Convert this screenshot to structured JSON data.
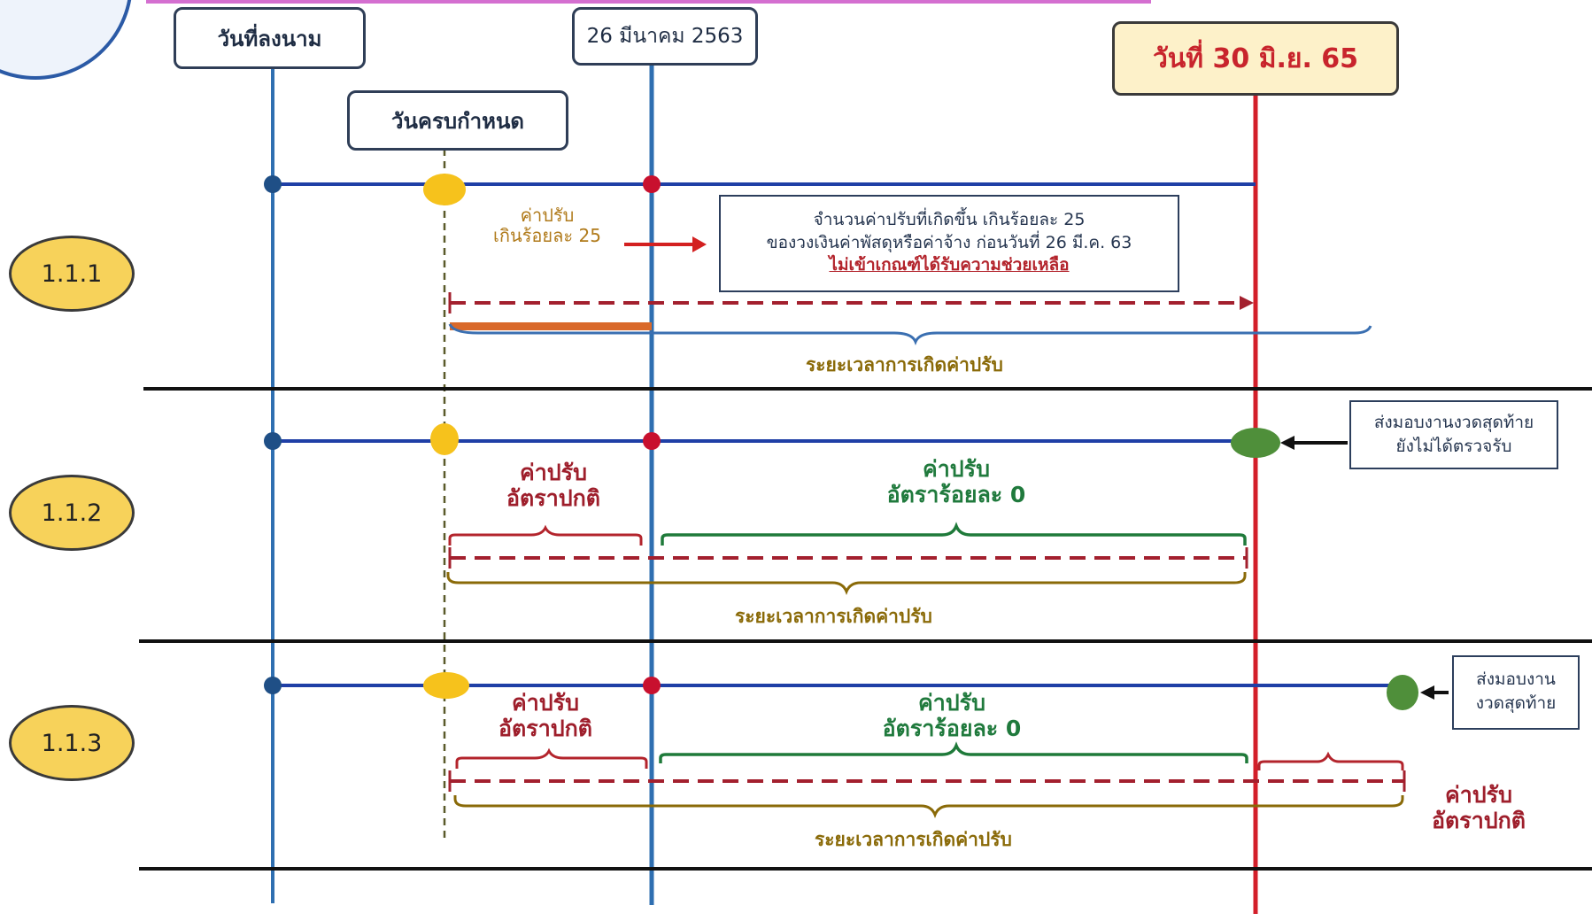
{
  "columns": {
    "sign_date": "วันที่ลงนาม",
    "due_date": "วันครบกำหนด",
    "march_date": "26 มีนาคม 2563",
    "june_date": "วันที่ 30 มิ.ย. 65"
  },
  "rows": {
    "r1": {
      "label": "1.1.1",
      "fine_line1": "ค่าปรับ",
      "fine_line2": "เกินร้อยละ 25",
      "note_line1": "จำนวนค่าปรับที่เกิดขึ้น เกินร้อยละ 25",
      "note_line2": "ของวงเงินค่าพัสดุหรือค่าจ้าง ก่อนวันที่ 26 มี.ค. 63",
      "note_line3": "ไม่เข้าเกณฑ์ได้รับความช่วยเหลือ",
      "period": "ระยะเวลาการเกิดค่าปรับ"
    },
    "r2": {
      "label": "1.1.2",
      "fine_normal_line1": "ค่าปรับ",
      "fine_normal_line2": "อัตราปกติ",
      "fine_zero_line1": "ค่าปรับ",
      "fine_zero_line2": "อัตราร้อยละ 0",
      "side_note_line1": "ส่งมอบงานงวดสุดท้าย",
      "side_note_line2": "ยังไม่ได้ตรวจรับ",
      "period": "ระยะเวลาการเกิดค่าปรับ"
    },
    "r3": {
      "label": "1.1.3",
      "fine_normal_line1": "ค่าปรับ",
      "fine_normal_line2": "อัตราปกติ",
      "fine_zero_line1": "ค่าปรับ",
      "fine_zero_line2": "อัตราร้อยละ 0",
      "side_note_line1": "ส่งมอบงาน",
      "side_note_line2": "งวดสุดท้าย",
      "fine_after_line1": "ค่าปรับ",
      "fine_after_line2": "อัตราปกติ",
      "period": "ระยะเวลาการเกิดค่าปรับ"
    }
  },
  "colors": {
    "timeline": "#1f3fa6",
    "june_line": "#d31f2a",
    "dashed": "#a3202e",
    "due_marker": "#f6c21c",
    "event_dot": "#c8102e",
    "delivery_marker": "#4f8f3a",
    "normal_brace": "#b3242c",
    "zero_brace": "#1f7a3a",
    "period_brace": "#8a6a08"
  }
}
